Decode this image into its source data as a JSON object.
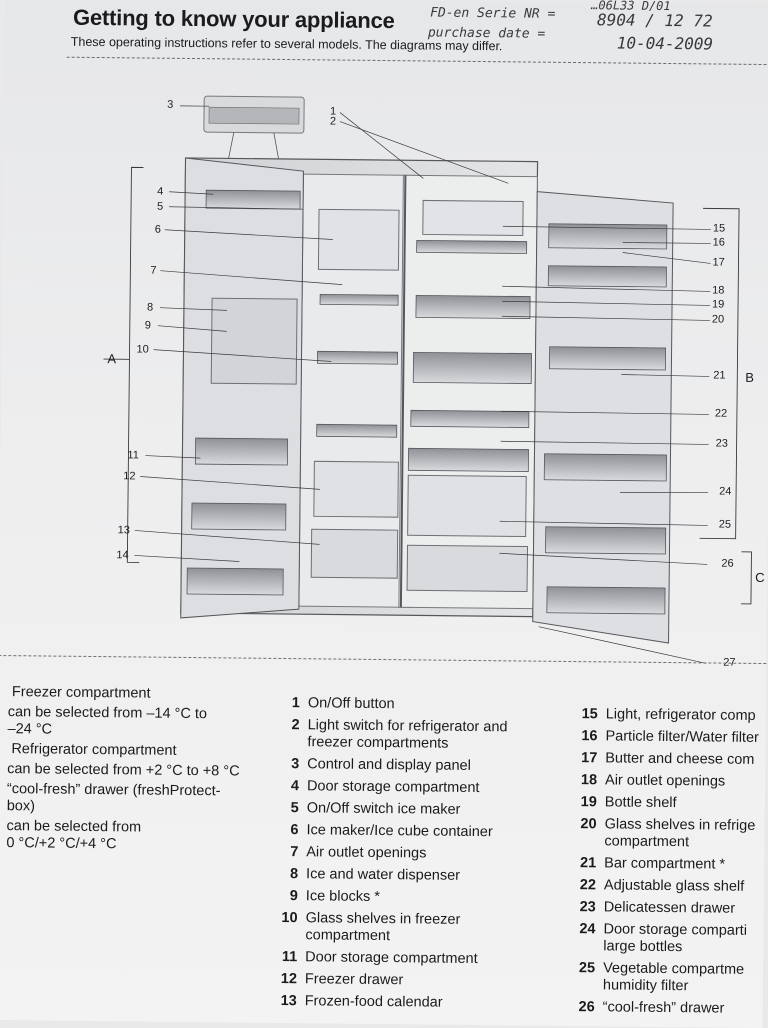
{
  "header": {
    "title": "Getting to know your appliance",
    "subtitle": "These operating instructions refer to several models. The diagrams may differ."
  },
  "handwriting": {
    "line1_label": "FD-en Serie NR =",
    "line1_value": "8904 / 12 72",
    "line2_label": "purchase date =",
    "line2_value": "10-04-2009",
    "top_fragment": "…06L33 D/01"
  },
  "diagram": {
    "callouts_left": [
      "3",
      "1",
      "2",
      "4",
      "5",
      "6",
      "7",
      "8",
      "9",
      "10",
      "11",
      "12",
      "13",
      "14"
    ],
    "callouts_right": [
      "15",
      "16",
      "17",
      "18",
      "19",
      "20",
      "21",
      "22",
      "23",
      "24",
      "25",
      "26",
      "27"
    ],
    "brackets": [
      "A",
      "B",
      "C"
    ]
  },
  "legend_left": [
    {
      "text": "Freezer compartment",
      "kind": "head"
    },
    {
      "text": "can be selected from –14 °C to\n–24 °C",
      "kind": "sub"
    },
    {
      "text": "Refrigerator compartment",
      "kind": "head"
    },
    {
      "text": "can be selected from +2 °C to +8 °C",
      "kind": "sub"
    },
    {
      "text": "“cool-fresh” drawer (freshProtect-\nbox)",
      "kind": "sub"
    },
    {
      "text": "can be selected from\n0 °C/+2 °C/+4 °C",
      "kind": "sub"
    }
  ],
  "legend_mid": [
    {
      "num": "1",
      "text": "On/Off button"
    },
    {
      "num": "2",
      "text": "Light switch for refrigerator and\nfreezer compartments"
    },
    {
      "num": "3",
      "text": "Control and display panel"
    },
    {
      "num": "4",
      "text": "Door storage compartment"
    },
    {
      "num": "5",
      "text": "On/Off switch ice maker"
    },
    {
      "num": "6",
      "text": "Ice maker/Ice cube container"
    },
    {
      "num": "7",
      "text": "Air outlet openings"
    },
    {
      "num": "8",
      "text": "Ice and water dispenser"
    },
    {
      "num": "9",
      "text": "Ice blocks *"
    },
    {
      "num": "10",
      "text": "Glass shelves in freezer\ncompartment"
    },
    {
      "num": "11",
      "text": "Door storage compartment"
    },
    {
      "num": "12",
      "text": "Freezer drawer"
    },
    {
      "num": "13",
      "text": "Frozen-food calendar"
    }
  ],
  "legend_right": [
    {
      "num": "15",
      "text": "Light, refrigerator comp"
    },
    {
      "num": "16",
      "text": "Particle filter/Water filter"
    },
    {
      "num": "17",
      "text": "Butter and cheese com"
    },
    {
      "num": "18",
      "text": "Air outlet openings"
    },
    {
      "num": "19",
      "text": "Bottle shelf"
    },
    {
      "num": "20",
      "text": "Glass shelves in refrige\ncompartment"
    },
    {
      "num": "21",
      "text": "Bar compartment *"
    },
    {
      "num": "22",
      "text": "Adjustable glass shelf"
    },
    {
      "num": "23",
      "text": "Delicatessen drawer"
    },
    {
      "num": "24",
      "text": "Door storage comparti\nlarge bottles"
    },
    {
      "num": "25",
      "text": "Vegetable compartme\nhumidity filter"
    },
    {
      "num": "26",
      "text": "“cool-fresh” drawer"
    }
  ]
}
